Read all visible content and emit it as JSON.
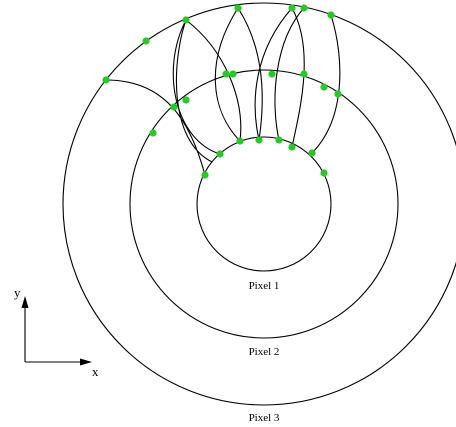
{
  "labels": {
    "pixel_1": "Pixel 1",
    "pixel_2": "Pixel 2",
    "pixel_3": "Pixel 3",
    "axis_x": "x",
    "axis_y": "y"
  },
  "colors": {
    "hit_point": "#22cc22",
    "lines": "#000000"
  }
}
